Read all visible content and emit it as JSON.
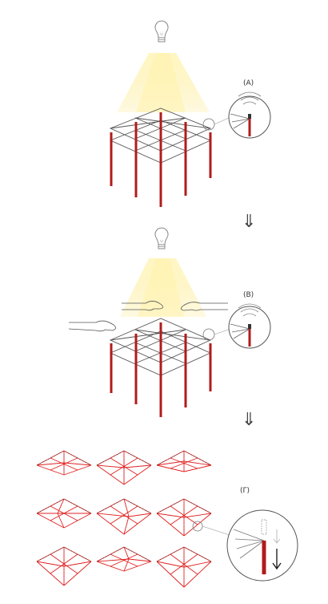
{
  "panels": [
    {
      "label": "(A)",
      "state": "lit-flat",
      "hands": false,
      "detail": "sensor-waves"
    },
    {
      "label": "(B)",
      "state": "lit-hands",
      "hands": true,
      "detail": "sensor-waves"
    },
    {
      "label": "(Γ)",
      "state": "folded-variants",
      "hands": false,
      "detail": "actuator-down"
    }
  ],
  "transition_arrow": "⇓",
  "colors": {
    "rod": "#b01c1c",
    "grid": "#555555",
    "light": "#f6e58d",
    "fold": "#e02020",
    "bulb": "#888888"
  },
  "variants_grid": {
    "rows": 3,
    "cols": 3
  }
}
